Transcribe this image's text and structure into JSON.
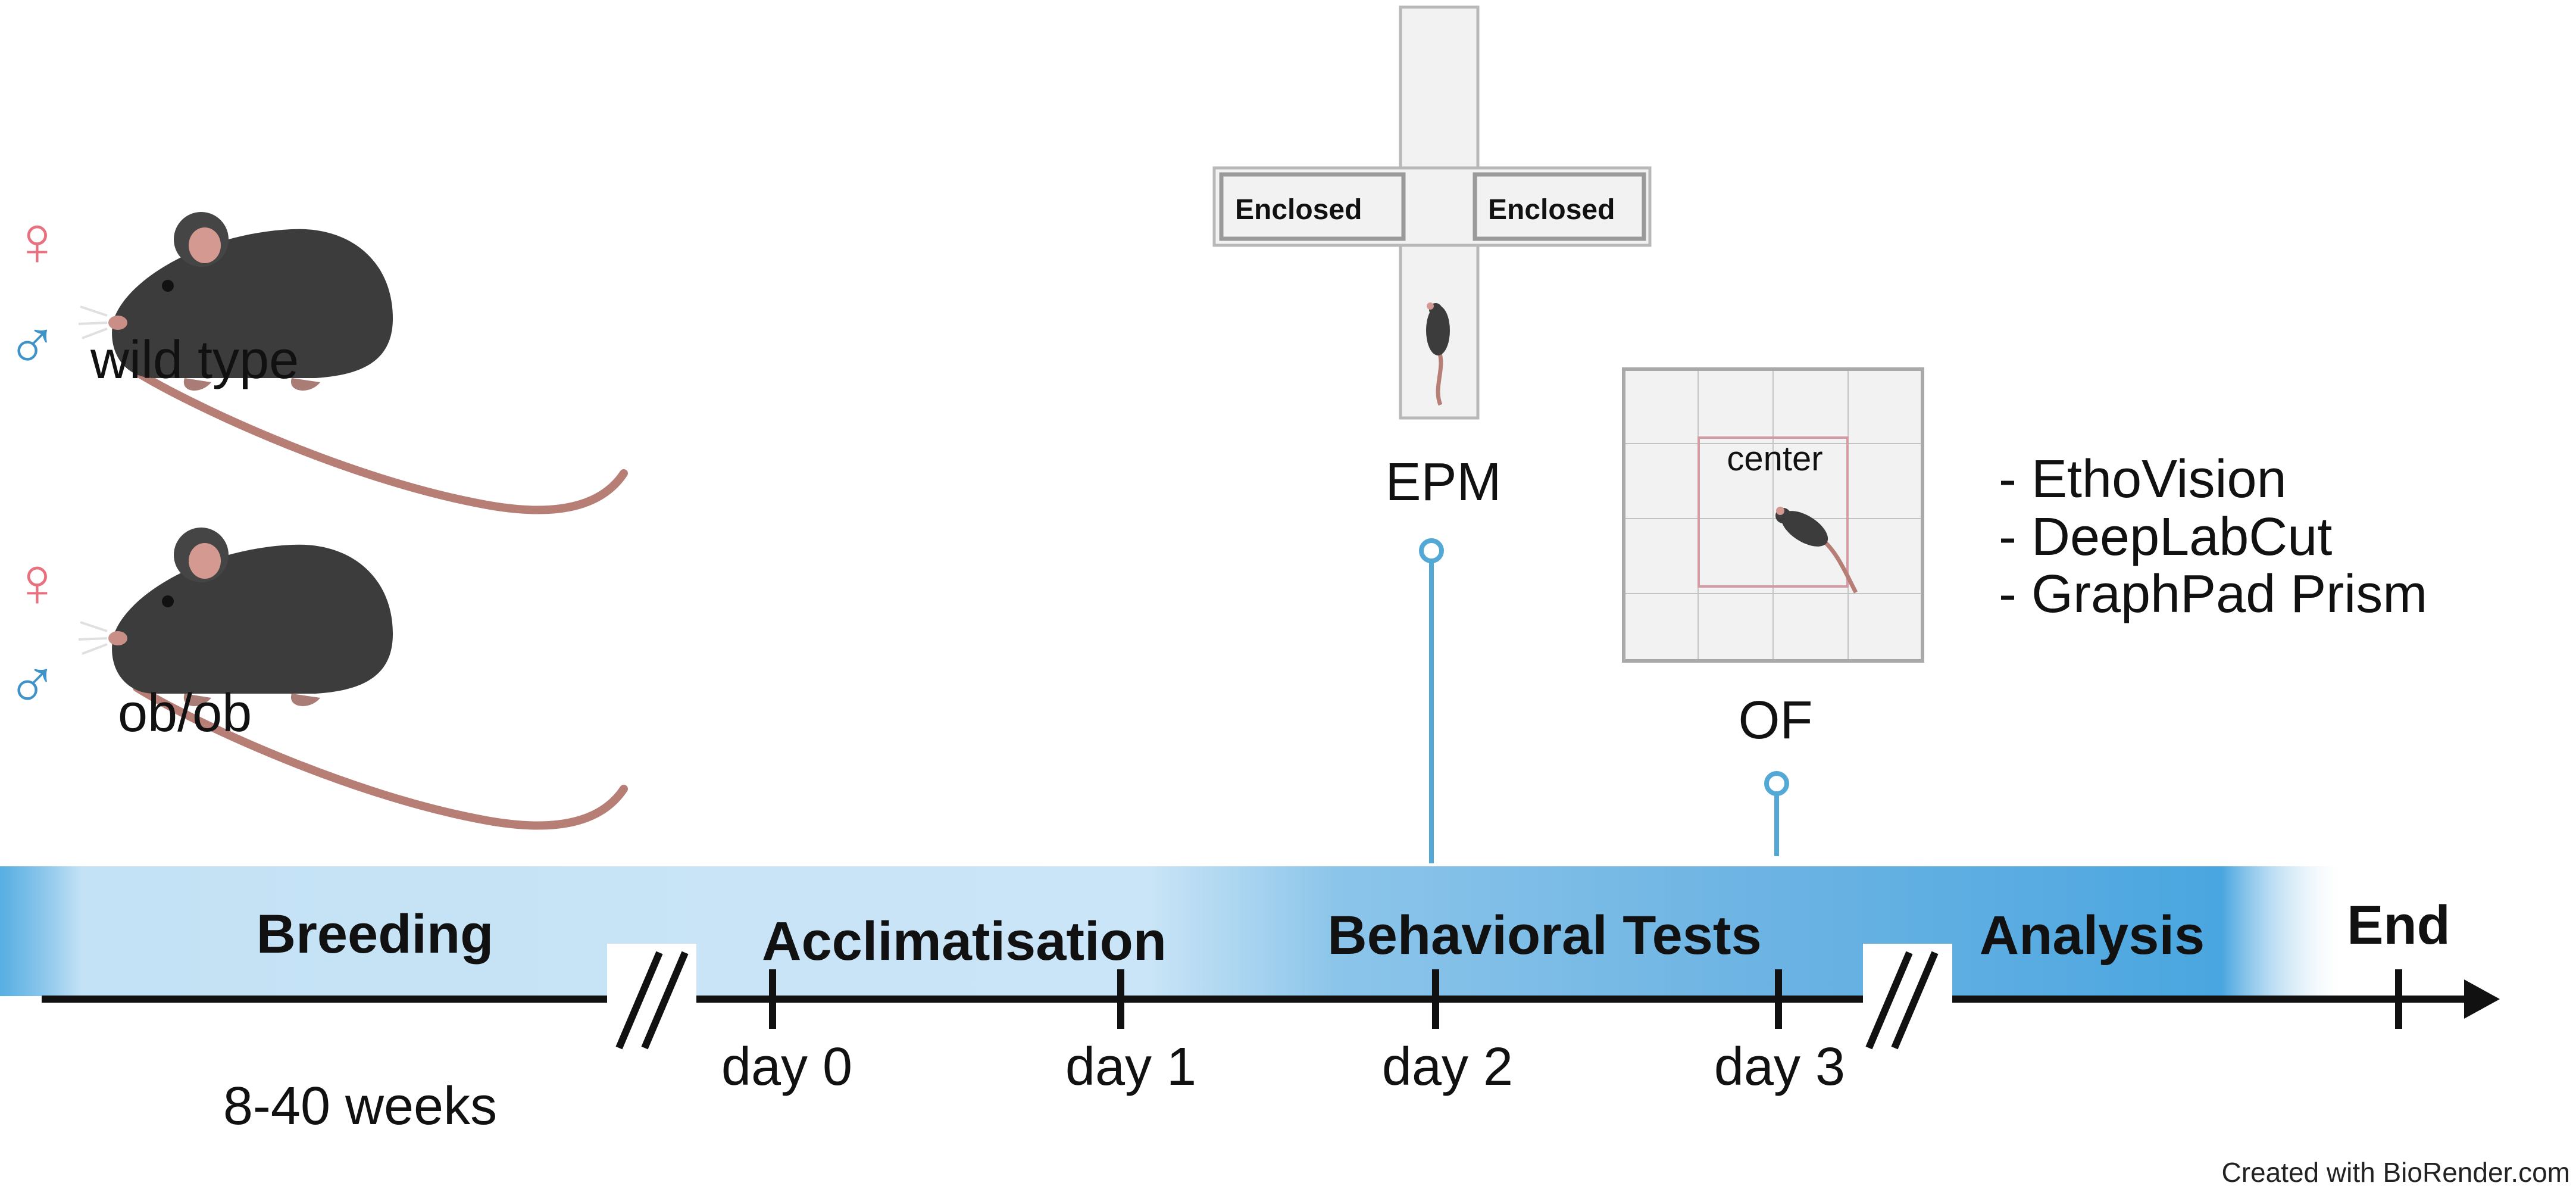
{
  "groups": {
    "wild_type": {
      "female_symbol": "♀",
      "male_symbol": "♂",
      "label": "wild type"
    },
    "ob_ob": {
      "female_symbol": "♀",
      "male_symbol": "♂",
      "label": "ob/ob"
    }
  },
  "phases": {
    "breeding": "Breeding",
    "acclimatisation": "Acclimatisation",
    "behavioral_tests": "Behavioral Tests",
    "analysis": "Analysis",
    "end": "End"
  },
  "days": {
    "day0": "day 0",
    "day1": "day 1",
    "day2": "day 2",
    "day3": "day 3"
  },
  "breeding_duration": "8-40 weeks",
  "epm": {
    "label": "EPM",
    "left_arm": "Enclosed",
    "right_arm": "Enclosed"
  },
  "of": {
    "label": "OF",
    "center_label": "center"
  },
  "analysis_tools": [
    "- EthoVision",
    "- DeepLabCut",
    "- GraphPad Prism"
  ],
  "credit": "Created with BioRender.com",
  "colors": {
    "female": "#e8707f",
    "male": "#3f93c8",
    "pin": "#54a8d6",
    "band_light": "#c6e3f6",
    "band_dark": "#3a9fdc",
    "mouse_body": "#3c3c3c",
    "mouse_ear": "#d49a91",
    "tail": "#b77e76"
  },
  "icons": [
    "female-symbol-icon",
    "male-symbol-icon",
    "mouse-icon",
    "elevated-plus-maze-icon",
    "open-field-arena-icon",
    "timeline-arrow-icon"
  ]
}
